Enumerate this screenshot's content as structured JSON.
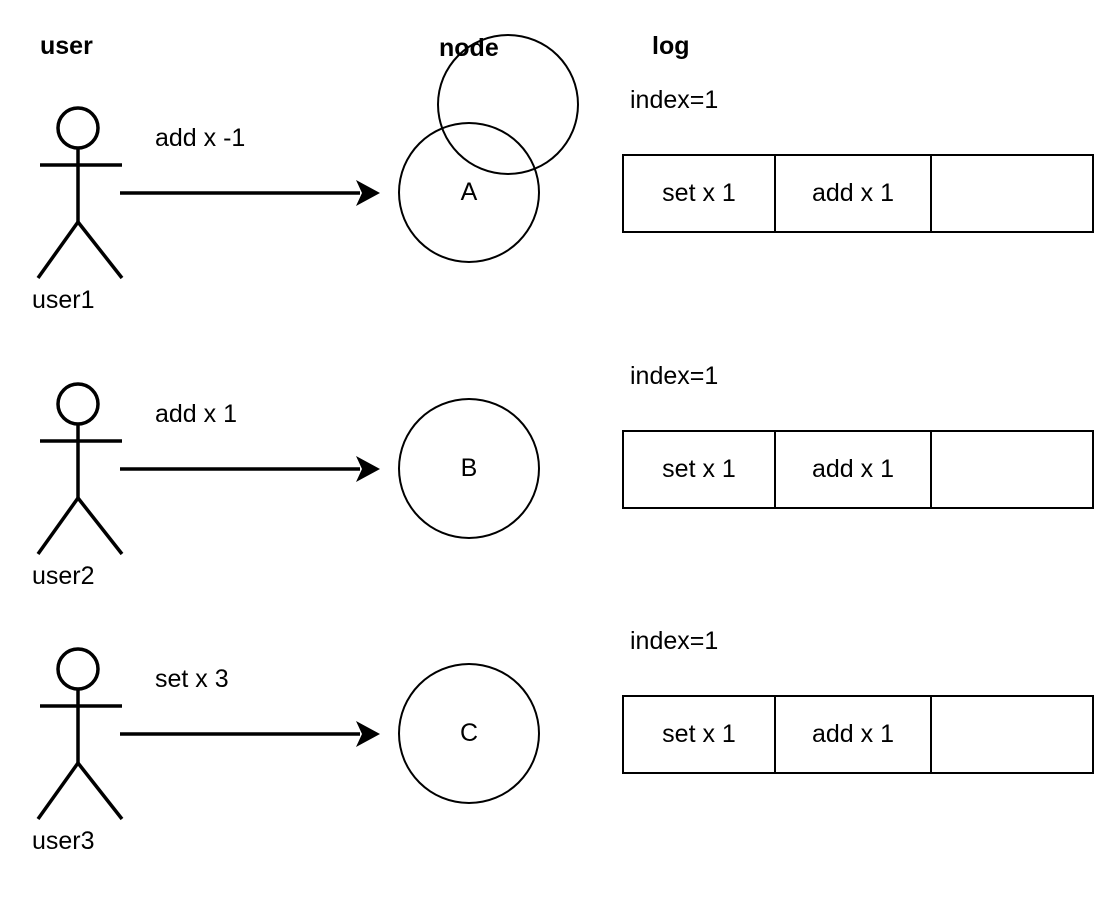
{
  "diagram": {
    "title": "user / node / log state diagram",
    "background": "#ffffff",
    "stroke_color": "#000000"
  },
  "columns": [
    {
      "key": "user",
      "label": "user"
    },
    {
      "key": "node",
      "label": "node"
    },
    {
      "key": "log",
      "label": "log"
    }
  ],
  "rows": [
    {
      "actor_label": "user1",
      "message_label": "add x -1",
      "node_label": "A",
      "log_index_label": "index=1",
      "log_cells": [
        "set x 1",
        "add x 1",
        ""
      ]
    },
    {
      "actor_label": "user2",
      "message_label": "add x 1",
      "node_label": "B",
      "log_index_label": "index=1",
      "log_cells": [
        "set x 1",
        "add x 1",
        ""
      ]
    },
    {
      "actor_label": "user3",
      "message_label": "set x 3",
      "node_label": "C",
      "log_index_label": "index=1",
      "log_cells": [
        "set x 1",
        "add x 1",
        ""
      ]
    }
  ],
  "icons": {
    "actor": "stick-figure-icon",
    "arrow": "arrow-right-icon",
    "node": "circle-node-icon"
  }
}
